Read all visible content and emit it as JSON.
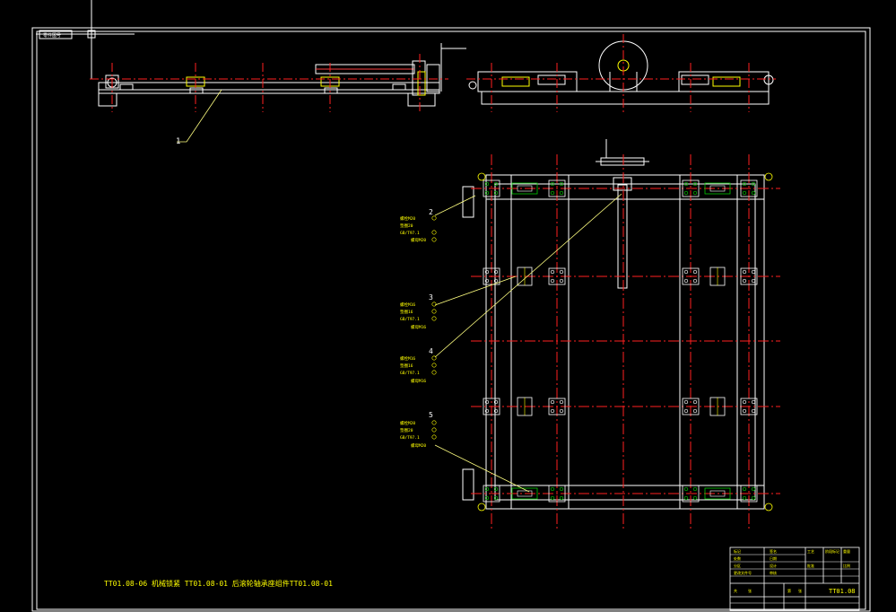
{
  "drawing": {
    "part_label_box": "零件图号",
    "bottom_note": "TT01.08-06  机械锁紧  TT01.08-01  后滚轮轴承座组件TT01.08-01",
    "title_block": {
      "drawing_number": "TT01.08",
      "cells": [
        "标记",
        "处数",
        "分区",
        "更改文件号",
        "签名",
        "日期",
        "设计",
        "审核",
        "工艺",
        "批准",
        "阶段标记",
        "重量",
        "比例",
        "共",
        "张",
        "第",
        "张"
      ]
    }
  },
  "balloons": [
    {
      "id": "1",
      "label": "1"
    },
    {
      "id": "2",
      "label": "2",
      "lines": [
        "螺栓M20",
        "垫圈20",
        "GB/T97.1",
        "螺母M20"
      ]
    },
    {
      "id": "3",
      "label": "3",
      "lines": [
        "螺栓M16",
        "垫圈16",
        "GB/T97.1",
        "螺母M16"
      ]
    },
    {
      "id": "4",
      "label": "4",
      "lines": [
        "螺栓M16",
        "垫圈16",
        "GB/T97.1",
        "螺母M16"
      ]
    },
    {
      "id": "5",
      "label": "5",
      "lines": [
        "螺栓M20",
        "垫圈20",
        "GB/T97.1",
        "螺母M20"
      ]
    }
  ],
  "colors": {
    "background": "#000000",
    "frame": "#ffffff",
    "centerline": "#ff2020",
    "part": "#ffffff",
    "hidden": "#ffff00",
    "bolt": "#00c800",
    "leader": "#ffff80",
    "text": "#ffff00"
  }
}
